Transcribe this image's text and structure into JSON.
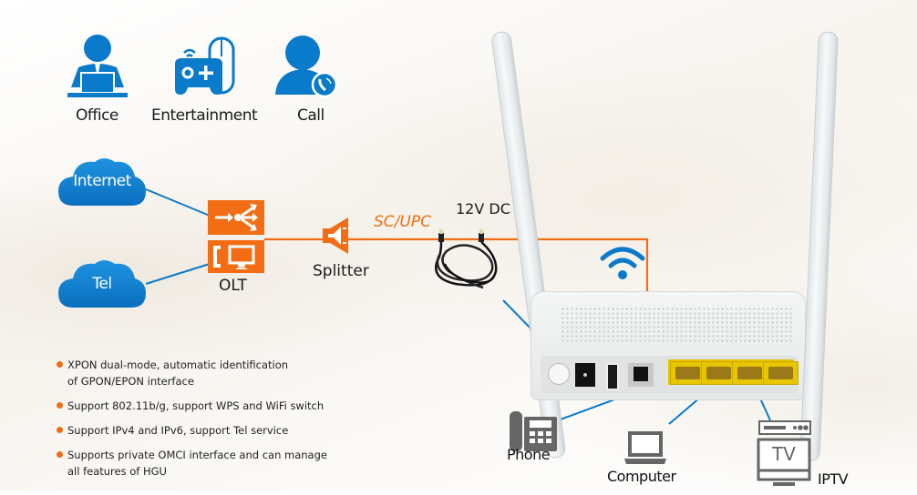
{
  "use_cases": [
    {
      "label": "Office",
      "icon": "office-worker-icon"
    },
    {
      "label": "Entertainment",
      "icon": "gamepad-mouse-icon"
    },
    {
      "label": "Call",
      "icon": "person-call-icon"
    }
  ],
  "network": {
    "clouds": [
      {
        "label": "Internet"
      },
      {
        "label": "Tel"
      }
    ],
    "olt": {
      "label": "OLT"
    },
    "splitter": {
      "label": "Splitter"
    },
    "connector": {
      "label": "SC/UPC"
    },
    "power": {
      "label": "12V DC"
    }
  },
  "features": [
    "XPON dual-mode, automatic identification of GPON/EPON interface",
    "Support 802.11b/g, support WPS and WiFi switch",
    "Support IPv4 and IPv6, support Tel service",
    "Supports private OMCI interface and can manage all features of HGU"
  ],
  "features_lines": [
    [
      "XPON dual-mode, automatic identification",
      "of GPON/EPON interface"
    ],
    [
      "Support 802.11b/g, support WPS and WiFi switch"
    ],
    [
      "Support IPv4 and IPv6, support Tel service"
    ],
    [
      "Supports private OMCI interface and can manage",
      "all features of HGU"
    ]
  ],
  "devices": [
    {
      "label": "Phone",
      "icon": "desk-phone-icon"
    },
    {
      "label": "Computer",
      "icon": "laptop-icon"
    },
    {
      "label": "IPTV",
      "icon": "tv-settop-icon",
      "screen_text": "TV"
    }
  ],
  "colors": {
    "blue": "#0a7acb",
    "orange": "#f26d13",
    "gray_device": "#666666",
    "lan_yellow": "#e7c600"
  }
}
